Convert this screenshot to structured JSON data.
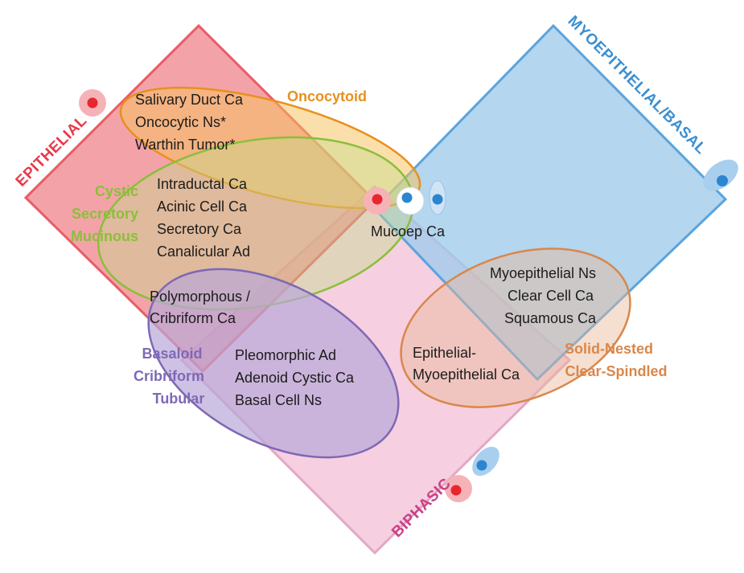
{
  "regions": {
    "epithelial": "EPITHELIAL",
    "myoepithelial": "MYOEPITHELIAL/BASAL",
    "biphasic": "BIPHASIC"
  },
  "groups": {
    "oncocytoid": {
      "label": "Oncocytoid",
      "items": [
        "Salivary Duct Ca",
        "Oncocytic Ns*",
        "Warthin Tumor*"
      ]
    },
    "cystic": {
      "label_lines": [
        "Cystic",
        "Secretory",
        "Mucinous"
      ],
      "items": [
        "Intraductal Ca",
        "Acinic Cell Ca",
        "Secretory Ca",
        "Canalicular Ad"
      ]
    },
    "center": {
      "label": "Mucoep Ca"
    },
    "polymorphous": {
      "lines": [
        "Polymorphous /",
        "Cribriform Ca"
      ]
    },
    "basaloid": {
      "label_lines": [
        "Basaloid",
        "Cribriform",
        "Tubular"
      ],
      "items": [
        "Pleomorphic Ad",
        "Adenoid Cystic Ca",
        "Basal Cell Ns"
      ]
    },
    "solid": {
      "label_lines": [
        "Solid-Nested",
        "Clear-Spindled"
      ],
      "items": [
        "Myoepithelial Ns",
        "Clear Cell Ca",
        "Squamous Ca"
      ],
      "epi_myo_lines": [
        "Epithelial-",
        "Myoepithelial Ca"
      ]
    }
  },
  "colors": {
    "epithelial": "#e8394a",
    "myoepithelial": "#3b8fd0",
    "biphasic": "#cc3f86",
    "oncocytoid": "#e8901e",
    "cystic": "#8bbf3a",
    "basaloid": "#7f68b5",
    "solid": "#d9874a"
  },
  "icons": [
    "red-cell-icon",
    "blue-cell-icon",
    "biphasic-cell-icon"
  ]
}
